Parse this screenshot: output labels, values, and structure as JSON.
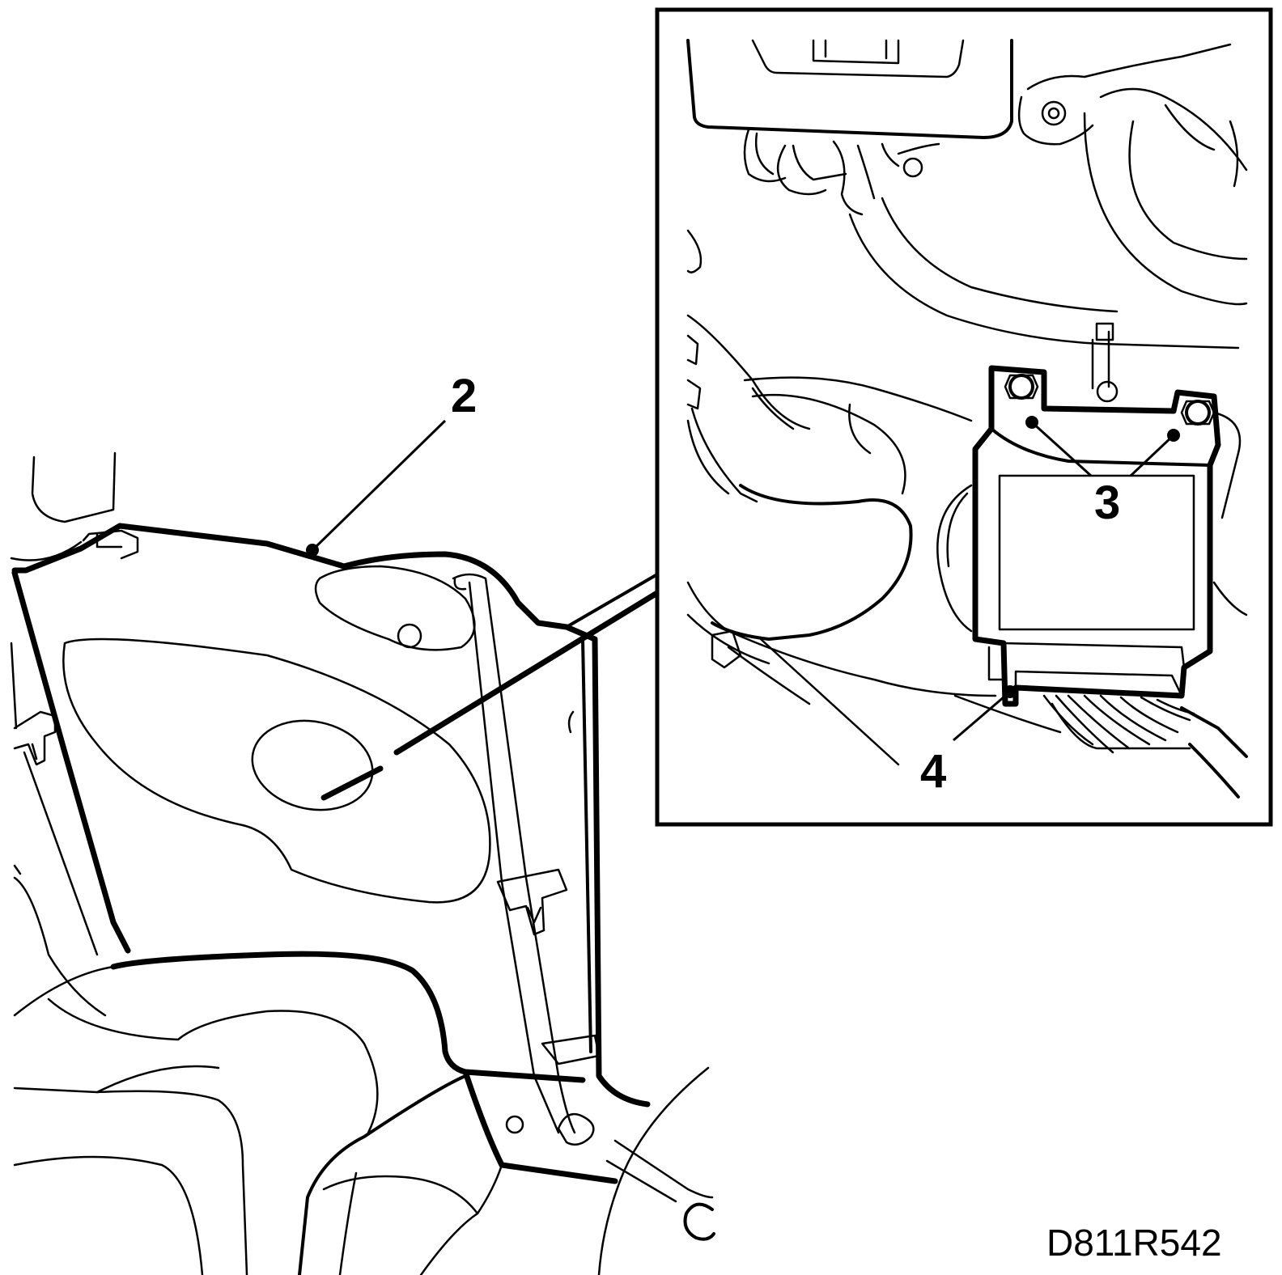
{
  "callouts": {
    "label_2": "2",
    "label_3": "3",
    "label_4": "4"
  },
  "figure_code": "D811R542",
  "colors": {
    "ink": "#000000",
    "paper": "#ffffff"
  }
}
